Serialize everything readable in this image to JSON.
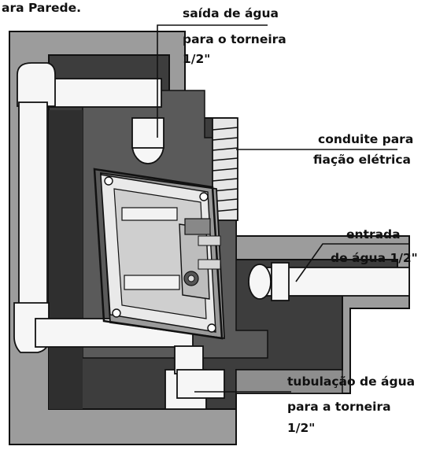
{
  "caption_fragment": "ara Parede.",
  "labels": {
    "saida": [
      "saída de água",
      "para o torneira",
      "1/2\""
    ],
    "conduite": [
      "conduite para",
      "fiação elétrica"
    ],
    "entrada": [
      "entrada",
      "de água 1/2\""
    ],
    "tubulacao": [
      "tubulação de água",
      "para a torneira",
      "1/2\""
    ]
  },
  "colors": {
    "wall": "#9a9a9a",
    "wall_dark": "#7d7d7d",
    "cavity": "#3f3f3f",
    "pipe": "#f4f4f4",
    "outline": "#111111"
  }
}
